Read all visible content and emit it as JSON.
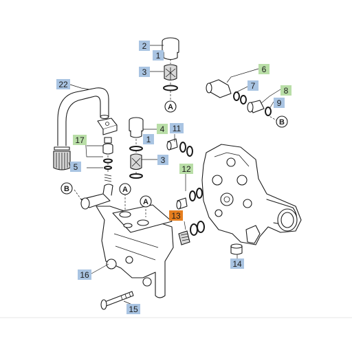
{
  "colors": {
    "blue_tag": "#a9c4e2",
    "green_tag": "#b9dea7",
    "highlight_tag": "#e67e1e",
    "line": "#1a1a1a"
  },
  "callouts": {
    "c1a": "1",
    "c1b": "1",
    "c2": "2",
    "c3a": "3",
    "c3b": "3",
    "c4": "4",
    "c5": "5",
    "c6": "6",
    "c7": "7",
    "c8": "8",
    "c9": "9",
    "c11": "11",
    "c12": "12",
    "c13": "13",
    "c14": "14",
    "c15": "15",
    "c16": "16",
    "c17": "17",
    "c22": "22"
  },
  "references": {
    "a_top": "A",
    "a_mid_left": "A",
    "a_mid_right": "A",
    "a_center": "A",
    "b_right": "B",
    "b_left": "B"
  }
}
